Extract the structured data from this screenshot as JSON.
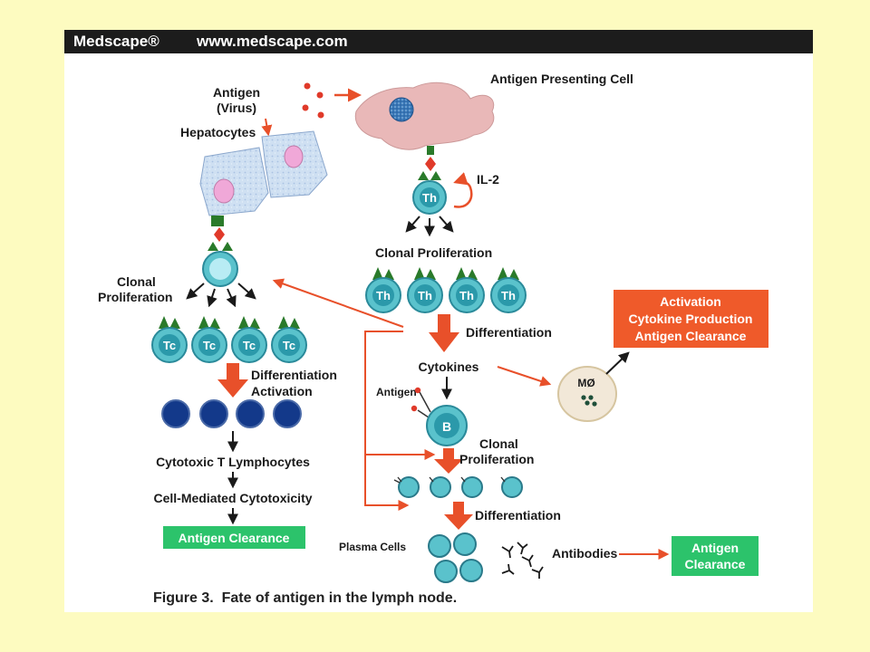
{
  "header": {
    "brand": "Medscape®",
    "url": "www.medscape.com"
  },
  "labels": {
    "antigen_line1": "Antigen",
    "antigen_line2": "(Virus)",
    "apc": "Antigen Presenting Cell",
    "hepatocytes": "Hepatocytes",
    "il2": "IL-2",
    "th_clonal": "Clonal Proliferation",
    "tc_clonal_1": "Clonal",
    "tc_clonal_2": "Proliferation",
    "differentiation_th": "Differentiation",
    "diff_activation_1": "Differentiation",
    "diff_activation_2": "Activation",
    "cytokines": "Cytokines",
    "antigen_small": "Antigen",
    "b_clonal_1": "Clonal",
    "b_clonal_2": "Proliferation",
    "ctl": "Cytotoxic T Lymphocytes",
    "cmc": "Cell-Mediated Cytotoxicity",
    "differentiation_b": "Differentiation",
    "plasma_cells": "Plasma Cells",
    "antibodies": "Antibodies",
    "macrophage": "MØ"
  },
  "cell_labels": {
    "th": "Th",
    "tc": "Tc",
    "b": "B"
  },
  "boxes": {
    "activation_1": "Activation",
    "activation_2": "Cytokine Production",
    "activation_3": "Antigen Clearance",
    "clearance_left": "Antigen Clearance",
    "clearance_right_1": "Antigen",
    "clearance_right_2": "Clearance"
  },
  "caption": "Figure 3.  Fate of antigen in the lymph node.",
  "colors": {
    "background": "#fdfbc0",
    "header": "#1c1c1c",
    "arrow": "#e8502a",
    "orange_box": "#ef5a2a",
    "green_box": "#2cc36b",
    "cell_teal": "#5ac2cc",
    "cell_dark": "#13398a",
    "receptor": "#2a7a2a",
    "apc": "#e9b8b8"
  }
}
